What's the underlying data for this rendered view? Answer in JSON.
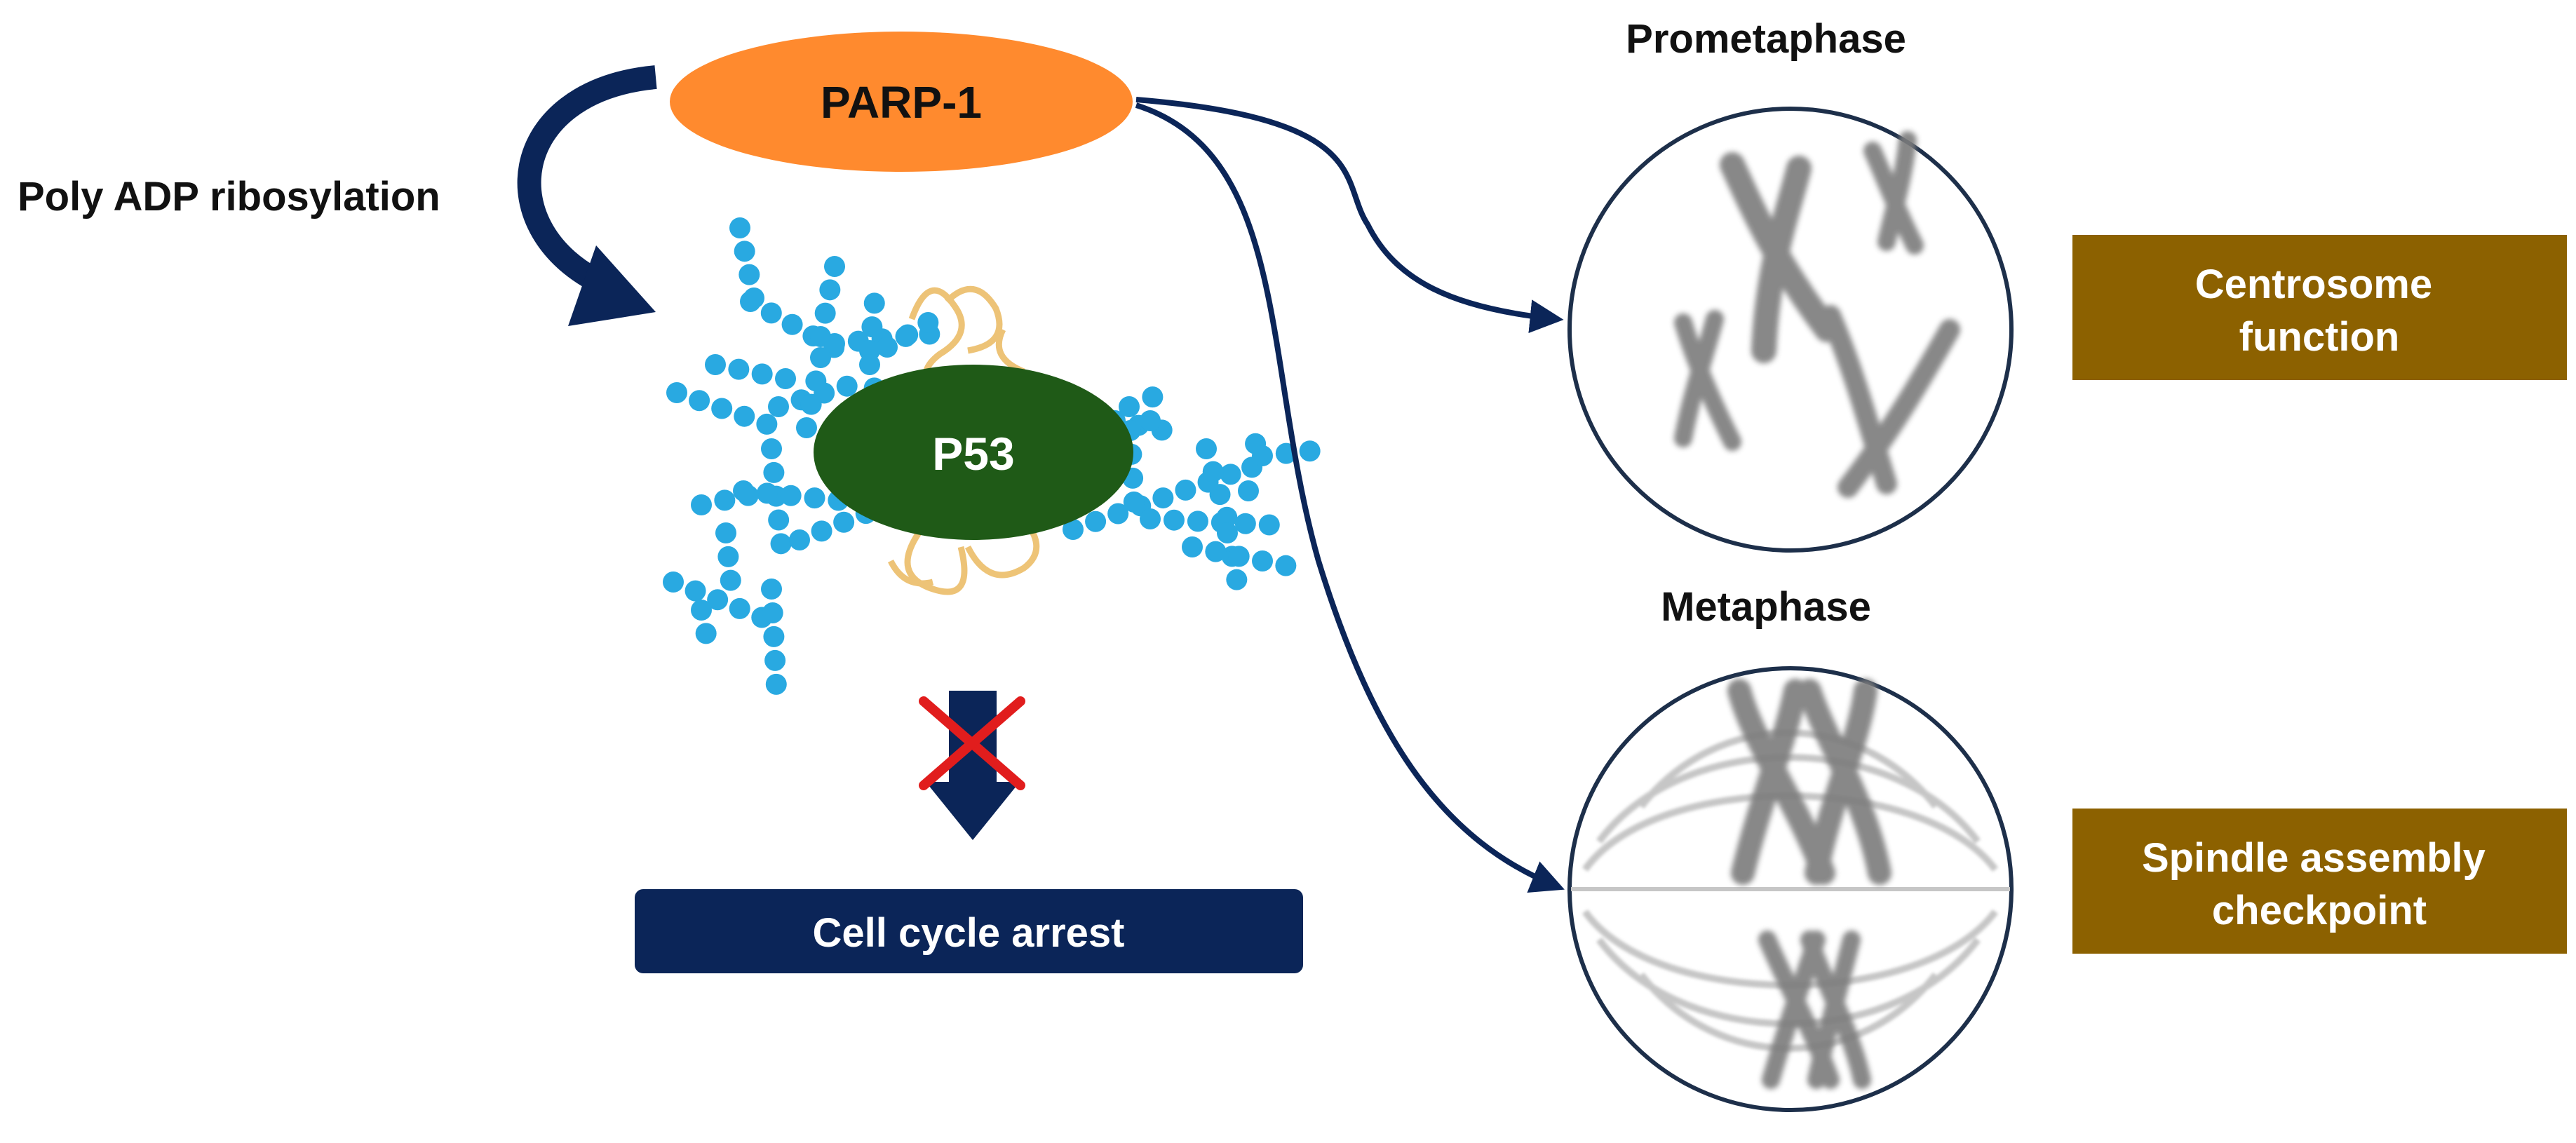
{
  "labels": {
    "parp1": "PARP-1",
    "poly_adp": "Poly ADP ribosylation",
    "p53": "P53",
    "cell_cycle_arrest": "Cell cycle arrest",
    "prometaphase": "Prometaphase",
    "metaphase": "Metaphase",
    "centrosome_line1": "Centrosome",
    "centrosome_line2": "function",
    "spindle_line1": "Spindle assembly",
    "spindle_line2": "checkpoint"
  },
  "colors": {
    "parp_fill": "#ff8a2e",
    "p53_fill": "#1f5a17",
    "navy": "#0b2558",
    "brown_box": "#8c6100",
    "bead": "#29a9e1",
    "protein": "#e8b04a",
    "chromosome": "#7b7b7b",
    "cross": "#e11d1d"
  }
}
